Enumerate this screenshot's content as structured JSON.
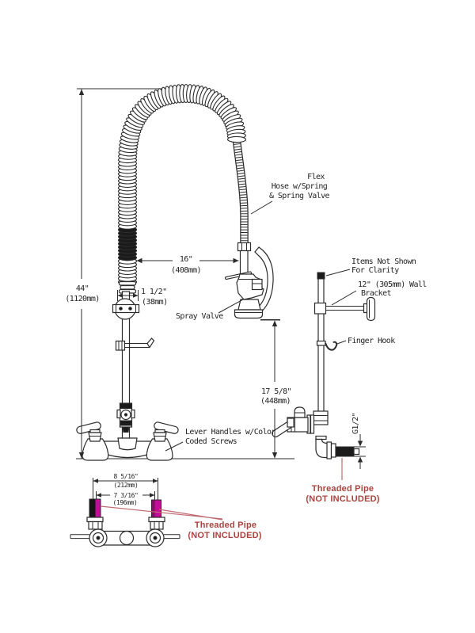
{
  "colors": {
    "line": "#2b2b2b",
    "magenta_pipe": "#c30d96",
    "red_label": "#a8433f",
    "red_leader": "#c06b72",
    "background": "#ffffff"
  },
  "dimensions": {
    "overall_height": {
      "imperial": "44\"",
      "metric": "(1120mm)"
    },
    "hose_reach": {
      "imperial": "16\"",
      "metric": "(408mm)"
    },
    "riser_offset": {
      "imperial": "1 1/2\"",
      "metric": "(38mm)"
    },
    "addon_faucet_height": {
      "imperial": "17 5/8\"",
      "metric": "(448mm)"
    },
    "inlet_thread": {
      "imperial": "G1/2\""
    },
    "mount_spread_outer": {
      "imperial": "8 5/16\"",
      "metric": "(212mm)"
    },
    "mount_spread_inner": {
      "imperial": "7 3/16\"",
      "metric": "(196mm)"
    }
  },
  "callouts": {
    "flex_hose": {
      "line1": "Flex",
      "line2": "Hose w/Spring",
      "line3": "& Spring Valve"
    },
    "spray_valve": {
      "label": "Spray Valve"
    },
    "items_not_shown": {
      "line1": "Items Not Shown",
      "line2": "For Clarity"
    },
    "wall_bracket": {
      "line1": "12\" (305mm) Wall",
      "line2": "Bracket"
    },
    "finger_hook": {
      "label": "Finger Hook"
    },
    "lever_handles": {
      "line1": "Lever Handles w/Color",
      "line2": "Coded Screws"
    },
    "threaded_pipe": {
      "line1": "Threaded Pipe",
      "line2": "(NOT INCLUDED)"
    }
  }
}
